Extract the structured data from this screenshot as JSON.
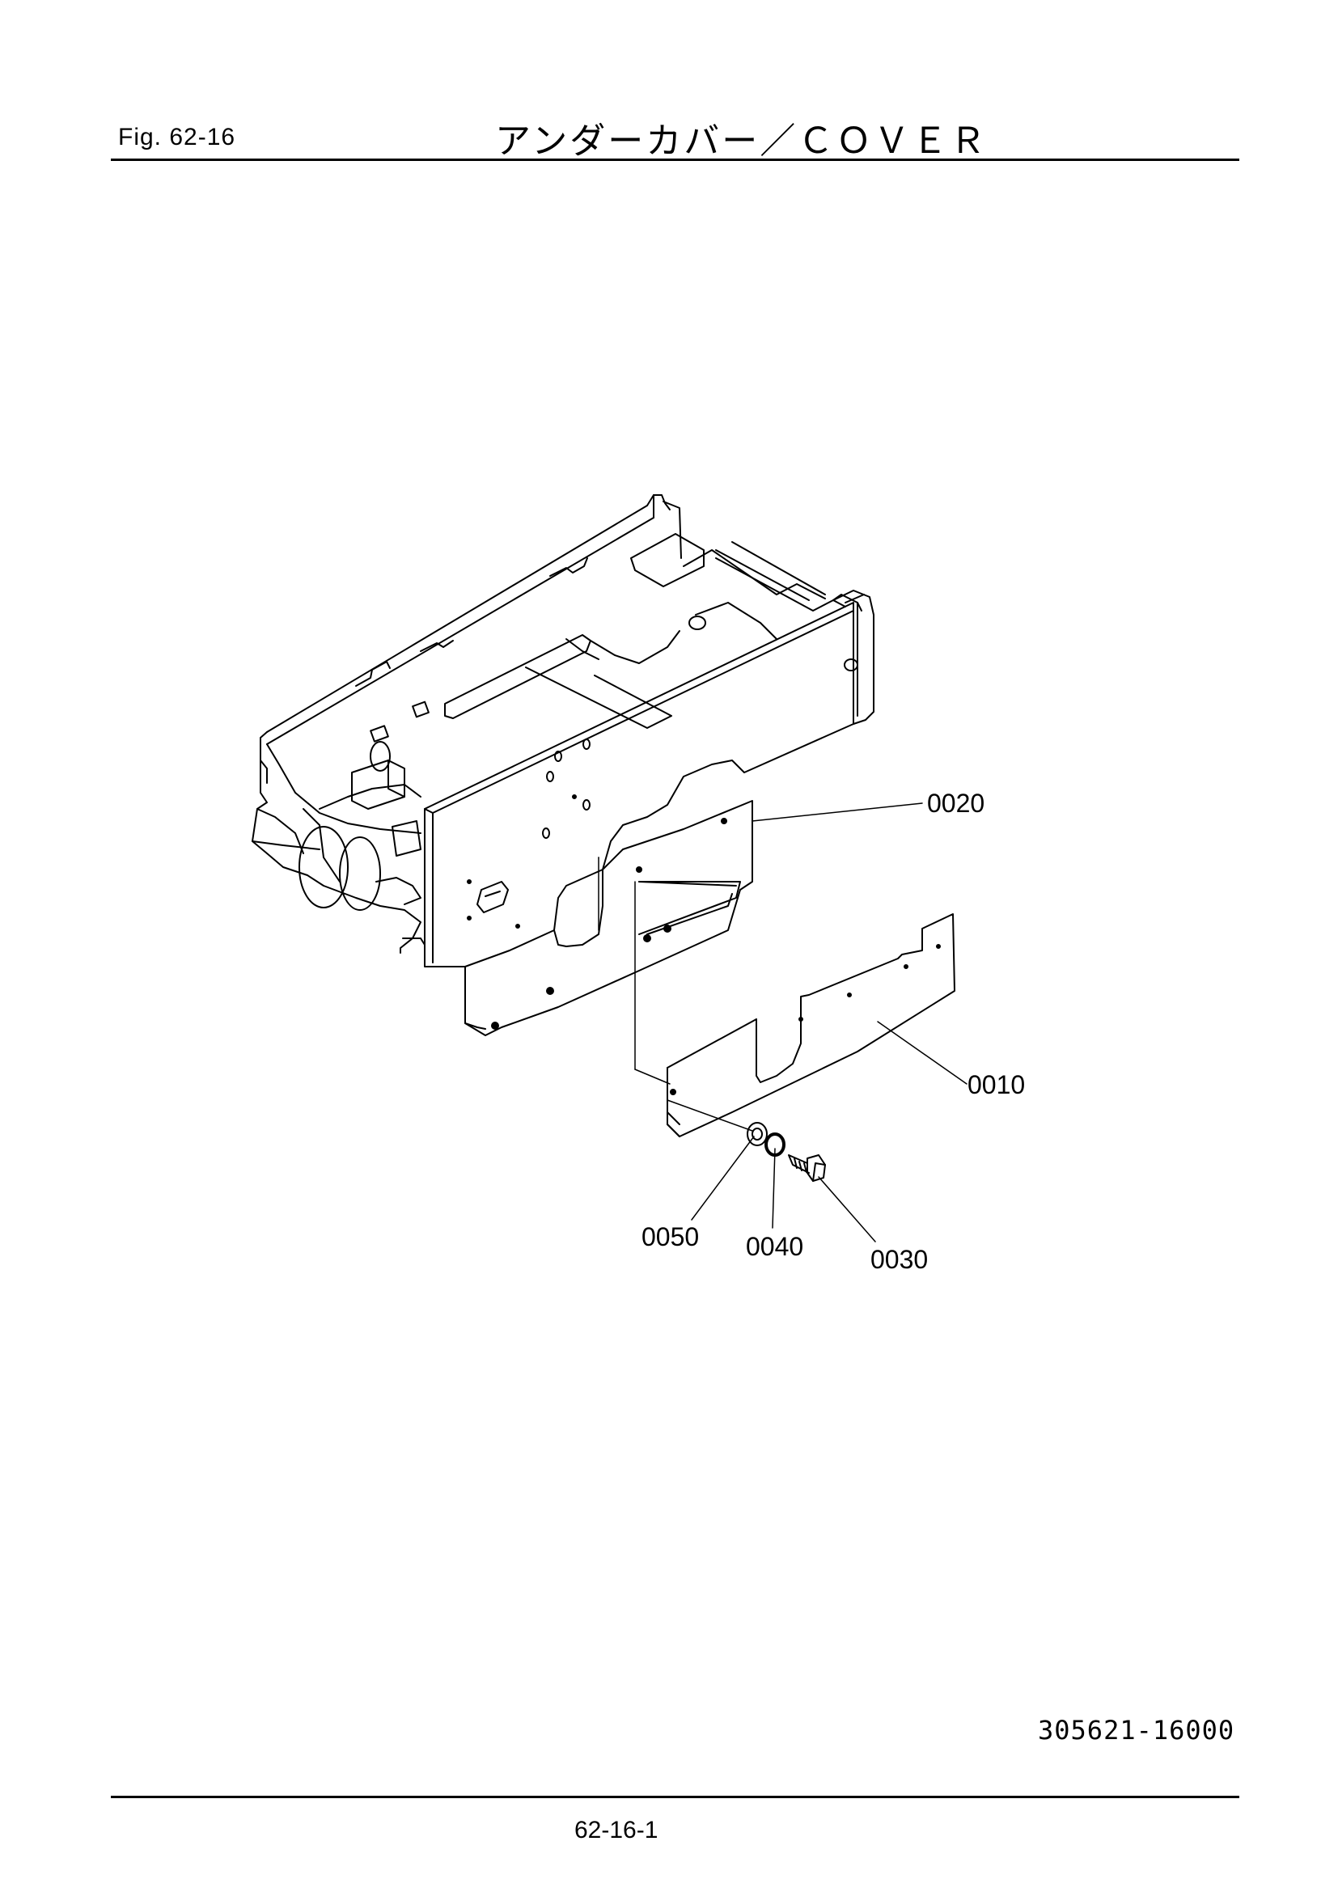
{
  "header": {
    "figure": "Fig.  62-16",
    "title": "アンダーカバー／ＣＯＶＥＲ"
  },
  "diagram": {
    "callouts": [
      {
        "label": "0020"
      },
      {
        "label": "0010"
      },
      {
        "label": "0050"
      },
      {
        "label": "0040"
      },
      {
        "label": "0030"
      }
    ]
  },
  "footer": {
    "drawing_number": "305621-16000",
    "page_number": "62-16-1"
  }
}
